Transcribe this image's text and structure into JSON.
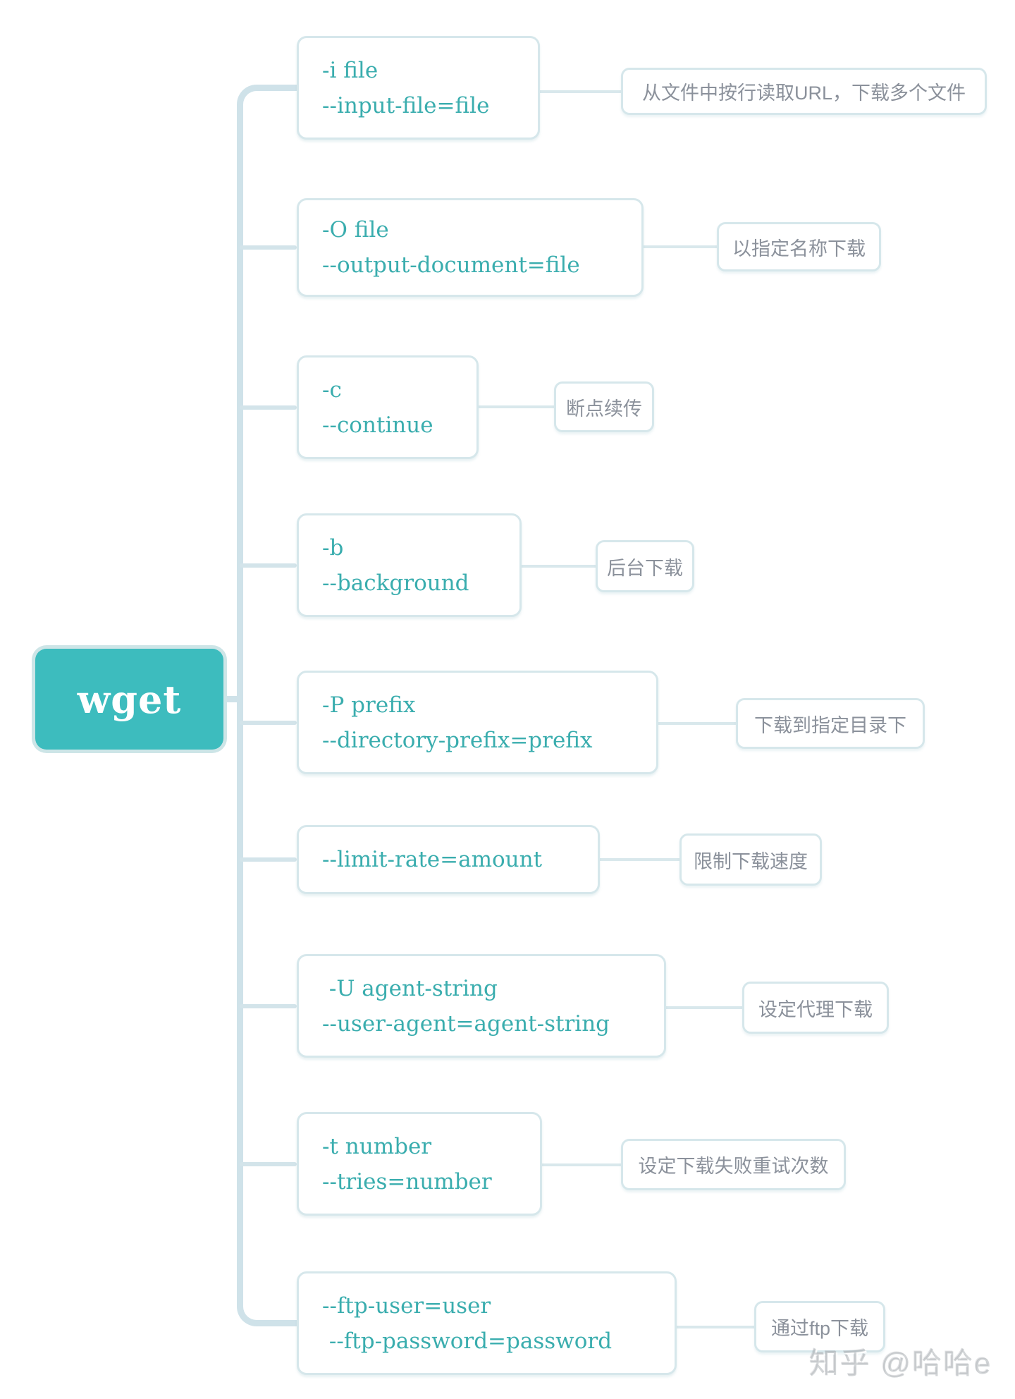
{
  "root": {
    "label": "wget"
  },
  "branches": [
    {
      "option_lines": [
        "-i file",
        "--input-file=file"
      ],
      "description": "从文件中按行读取URL，下载多个文件"
    },
    {
      "option_lines": [
        "-O file",
        "--output-document=file"
      ],
      "description": "以指定名称下载"
    },
    {
      "option_lines": [
        "-c",
        "--continue"
      ],
      "description": "断点续传"
    },
    {
      "option_lines": [
        "-b",
        "--background"
      ],
      "description": "后台下载"
    },
    {
      "option_lines": [
        "-P prefix",
        "--directory-prefix=prefix"
      ],
      "description": "下载到指定目录下"
    },
    {
      "option_lines": [
        "--limit-rate=amount"
      ],
      "description": "限制下载速度"
    },
    {
      "option_lines": [
        " -U agent-string",
        "--user-agent=agent-string"
      ],
      "description": "设定代理下载"
    },
    {
      "option_lines": [
        "-t number",
        "--tries=number"
      ],
      "description": "设定下载失败重试次数"
    },
    {
      "option_lines": [
        "--ftp-user=user",
        " --ftp-password=password"
      ],
      "description": "通过ftp下载"
    }
  ],
  "watermark": {
    "text": "知乎 @哈哈e"
  },
  "colors": {
    "root_fill": "#3dbcbe",
    "root_halo": "#cde5e7",
    "option_text": "#3aadae",
    "description_text": "#8b919b",
    "box_border": "#d6e7eb",
    "trunk_line": "#cfe2e9",
    "branch_line": "#d3e4ea"
  }
}
